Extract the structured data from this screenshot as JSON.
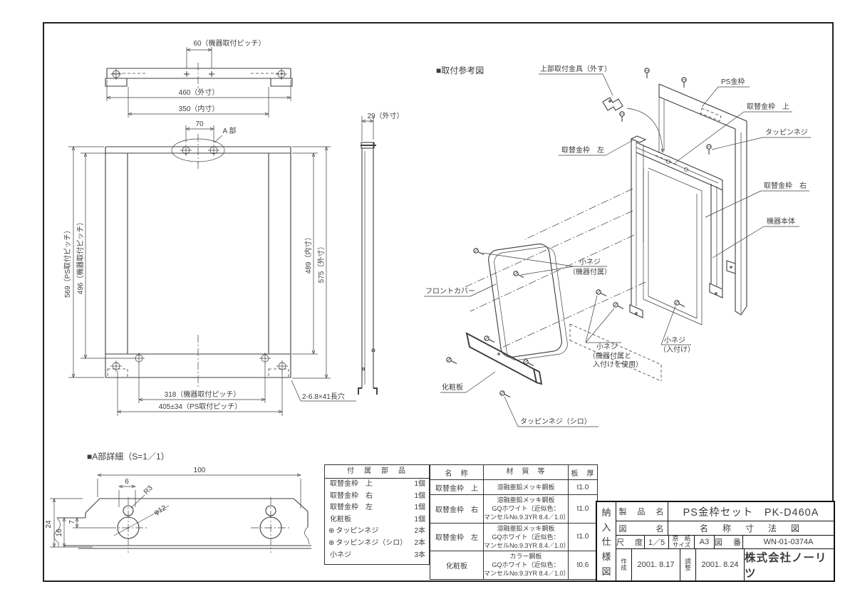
{
  "sections": {
    "assembly_title": "■取付参考図",
    "detail_title": "■A部詳細（S=1／1）"
  },
  "front_view_dims": {
    "pitch_60": "60（機器取付ピッチ）",
    "outer_460": "460（外寸）",
    "inner_350": "350（内寸）",
    "dim_70": "70",
    "a_part": "A 部",
    "ps_pitch_569": "569（PS取付ピッチ）",
    "pitch_496": "496（機器取付ピッチ）",
    "inner_489": "489（内寸）",
    "outer_575": "575（外寸）",
    "outer_29": "29（外寸）",
    "pitch_318": "318（機器取付ピッチ）",
    "ps_pitch_405": "405±34（PS取付ピッチ）",
    "slot_note": "2-6.8×41長穴"
  },
  "detail_dims": {
    "w100": "100",
    "w6": "6",
    "r3": "R3",
    "dia12": "φ12",
    "h24": "24",
    "h16": "16",
    "h7": "7"
  },
  "assembly_labels": {
    "upper_bracket": "上部取付金具（外す）",
    "ps_frame": "PS金枠",
    "frame_top": "取替金枠　上",
    "tapping_screw": "タッピンネジ",
    "frame_right": "取替金枠　右",
    "appliance_body": "機器本体",
    "frame_left": "取替金枠　左",
    "front_cover": "フロントカバー",
    "screw1_l1": "小ネジ",
    "screw1_l2": "（機器付属）",
    "screw2_l1": "小ネジ",
    "screw2_l2": "（機器付属と",
    "screw2_l3": "入付けを使用）",
    "screw3_l1": "小ネジ",
    "screw3_l2": "（入付け）",
    "decor_plate": "化粧板",
    "tapping_white": "タッピンネジ（シロ）"
  },
  "parts_table": {
    "header": "付　属　部　品",
    "rows": [
      {
        "name": "取替金枠　上",
        "qty": "1個"
      },
      {
        "name": "取替金枠　右",
        "qty": "1個"
      },
      {
        "name": "取替金枠　左",
        "qty": "1個"
      },
      {
        "name": "化粧板",
        "qty": "1個"
      },
      {
        "prefix": "⊕",
        "name": "タッピンネジ",
        "qty": "2本"
      },
      {
        "prefix": "⊕",
        "name": "タッピンネジ（シロ）",
        "qty": "2本"
      },
      {
        "name": "小ネジ",
        "qty": "3本"
      }
    ]
  },
  "materials_table": {
    "col_name": "名　称",
    "col_material": "材　質　等",
    "col_thickness": "板　厚",
    "rows": [
      {
        "name": "取替金枠　上",
        "m1": "溶融亜鉛メッキ鋼板",
        "t": "t1.0"
      },
      {
        "name": "取替金枠　右",
        "m1": "溶融亜鉛メッキ鋼板",
        "m2": "GQホワイト（近似色：",
        "m3": "マンセルNo.9.3YR 8.4／1.0）",
        "t": "t1.0"
      },
      {
        "name": "取替金枠　左",
        "m1": "溶融亜鉛メッキ鋼板",
        "m2": "GQホワイト（近似色：",
        "m3": "マンセルNo.9.3YR 8.4／1.0）",
        "t": "t1.0"
      },
      {
        "name": "化粧板",
        "m1": "カラー鋼板",
        "m2": "GQホワイト（近似色：",
        "m3": "マンセルNo.9.3YR 8.4／1.0）",
        "t": "t0.6"
      }
    ]
  },
  "title_block": {
    "doc_type": [
      "納",
      "入",
      "仕",
      "様",
      "図"
    ],
    "product_label": "製　品　名",
    "product_value": "PS金枠セット　PK-D460A",
    "drawing_label": "図　　　名",
    "drawing_value": "名　称　寸　法　図",
    "scale_label": "尺　度",
    "scale_value": "1／5",
    "paper_label_1": "原　紙",
    "paper_label_2": "サイズ",
    "paper_value": "A3",
    "number_label": "図　番",
    "number_value": "WN-01-0374A",
    "created_label_1": "作",
    "created_label_2": "成",
    "created_value": "2001. 8.17",
    "adjusted_label_1": "調",
    "adjusted_label_2": "整",
    "adjusted_value": "2001. 8.24",
    "company": "株式会社ノーリツ"
  }
}
